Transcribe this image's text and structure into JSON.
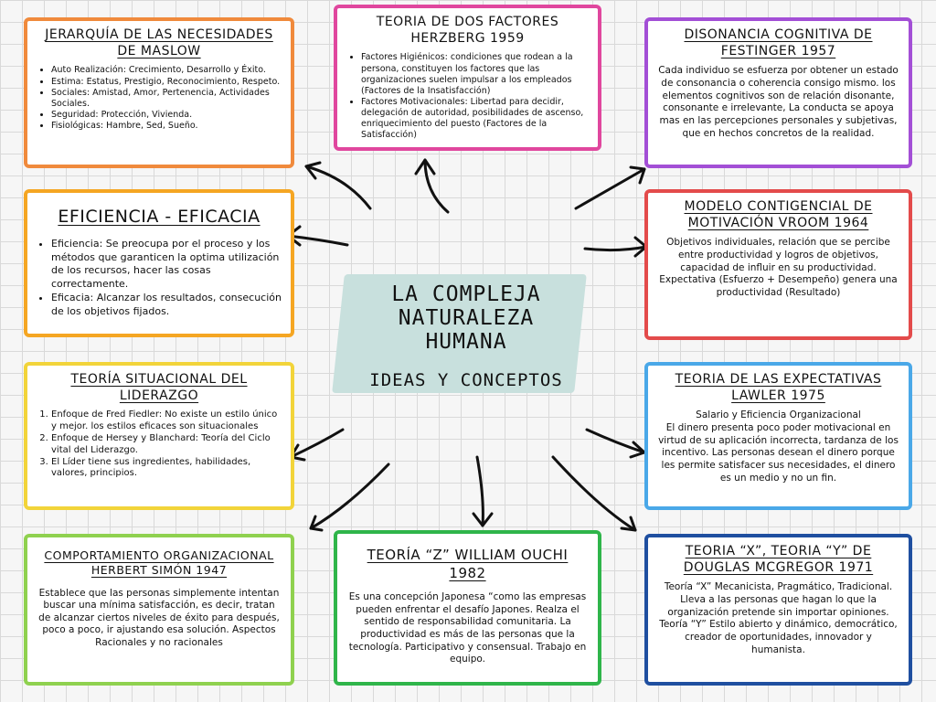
{
  "center": {
    "title_lines": [
      "LA COMPLEJA",
      "NATURALEZA",
      "HUMANA"
    ],
    "subtitle": "IDEAS Y CONCEPTOS",
    "accent_color": "#c8e0dd"
  },
  "cards": {
    "maslow": {
      "color": "#f08a3c",
      "title": "JERARQUÍA DE LAS NECESIDADES DE MASLOW",
      "items": [
        "Auto Realización: Crecimiento, Desarrollo y Éxito.",
        "Estima: Estatus, Prestigio, Reconocimiento, Respeto.",
        "Sociales: Amistad, Amor, Pertenencia, Actividades Sociales.",
        "Seguridad: Protección, Vivienda.",
        "Fisiológicas: Hambre, Sed, Sueño."
      ]
    },
    "herzberg": {
      "color": "#e0479e",
      "title": "TEORIA DE DOS FACTORES HERZBERG 1959",
      "items": [
        "Factores Higiénicos: condiciones que rodean a la persona, constituyen los factores que las organizaciones suelen impulsar a los empleados (Factores de la Insatisfacción)",
        "Factores Motivacionales: Libertad para decidir, delegación de autoridad, posibilidades de ascenso, enriquecimiento del puesto (Factores de la Satisfacción)"
      ]
    },
    "festinger": {
      "color": "#a34fd6",
      "title": "DISONANCIA COGNITIVA DE FESTINGER 1957",
      "text": "Cada individuo se esfuerza por obtener un estado de consonancia o coherencia consigo mismo. los elementos cognitivos son de relación disonante, consonante e irrelevante, La conducta se apoya mas en las percepciones personales y subjetivas, que en hechos concretos de la realidad."
    },
    "eficiencia": {
      "color": "#f5a623",
      "title": "EFICIENCIA - EFICACIA",
      "items": [
        "Eficiencia: Se preocupa por el proceso y los métodos que garanticen la optima utilización de los recursos, hacer las cosas correctamente.",
        "Eficacia: Alcanzar los resultados, consecución de los objetivos fijados."
      ]
    },
    "vroom": {
      "color": "#e34b4b",
      "title": "MODELO CONTIGENCIAL DE MOTIVACIÓN VROOM 1964",
      "text": "Objetivos individuales, relación que se percibe entre productividad y logros de objetivos, capacidad de influir en su productividad.",
      "text2": "Expectativa (Esfuerzo + Desempeño) genera una productividad (Resultado)"
    },
    "situacional": {
      "color": "#f2d43a",
      "title": "TEORÍA SITUACIONAL DEL LIDERAZGO",
      "items": [
        "Enfoque de Fred Fiedler: No existe un estilo único y mejor. los estilos eficaces son situacionales",
        "Enfoque de Hersey y Blanchard: Teoría del Ciclo vital del Liderazgo.",
        "El Líder tiene sus ingredientes, habilidades, valores, principios."
      ]
    },
    "lawler": {
      "color": "#4aa8e8",
      "title": "TEORIA DE LAS EXPECTATIVAS LAWLER 1975",
      "text": "Salario y Eficiencia Organizacional",
      "text2": "El dinero presenta poco poder motivacional en virtud de su aplicación incorrecta, tardanza de los incentivo. Las personas desean el dinero porque les permite satisfacer sus necesidades, el dinero es un medio y no un fin."
    },
    "simon": {
      "color": "#8fd14f",
      "title": "COMPORTAMIENTO ORGANIZACIONAL HERBERT SIMÓN 1947",
      "text": "Establece que las personas simplemente intentan buscar una mínima satisfacción, es decir, tratan de alcanzar ciertos niveles de éxito para después, poco a poco, ir ajustando esa solución. Aspectos Racionales y no racionales"
    },
    "ouchi": {
      "color": "#2fb54a",
      "title": "TEORÍA “Z” WILLIAM OUCHI 1982",
      "text": "Es una concepción Japonesa “como las empresas pueden enfrentar el desafío Japones. Realza el sentido de responsabilidad comunitaria. La productividad es más de las personas que la tecnología. Participativo y consensual. Trabajo en equipo."
    },
    "mcgregor": {
      "color": "#1f4fa0",
      "title": "TEORIA “X”, TEORIA “Y” DE DOUGLAS MCGREGOR 1971",
      "text": "Teoría “X” Mecanicista, Pragmático, Tradicional. Lleva a las personas que hagan lo que la organización pretende sin importar opiniones.",
      "text2": "Teoría “Y” Estilo abierto y dinámico, democrático, creador de oportunidades, innovador y humanista."
    }
  }
}
